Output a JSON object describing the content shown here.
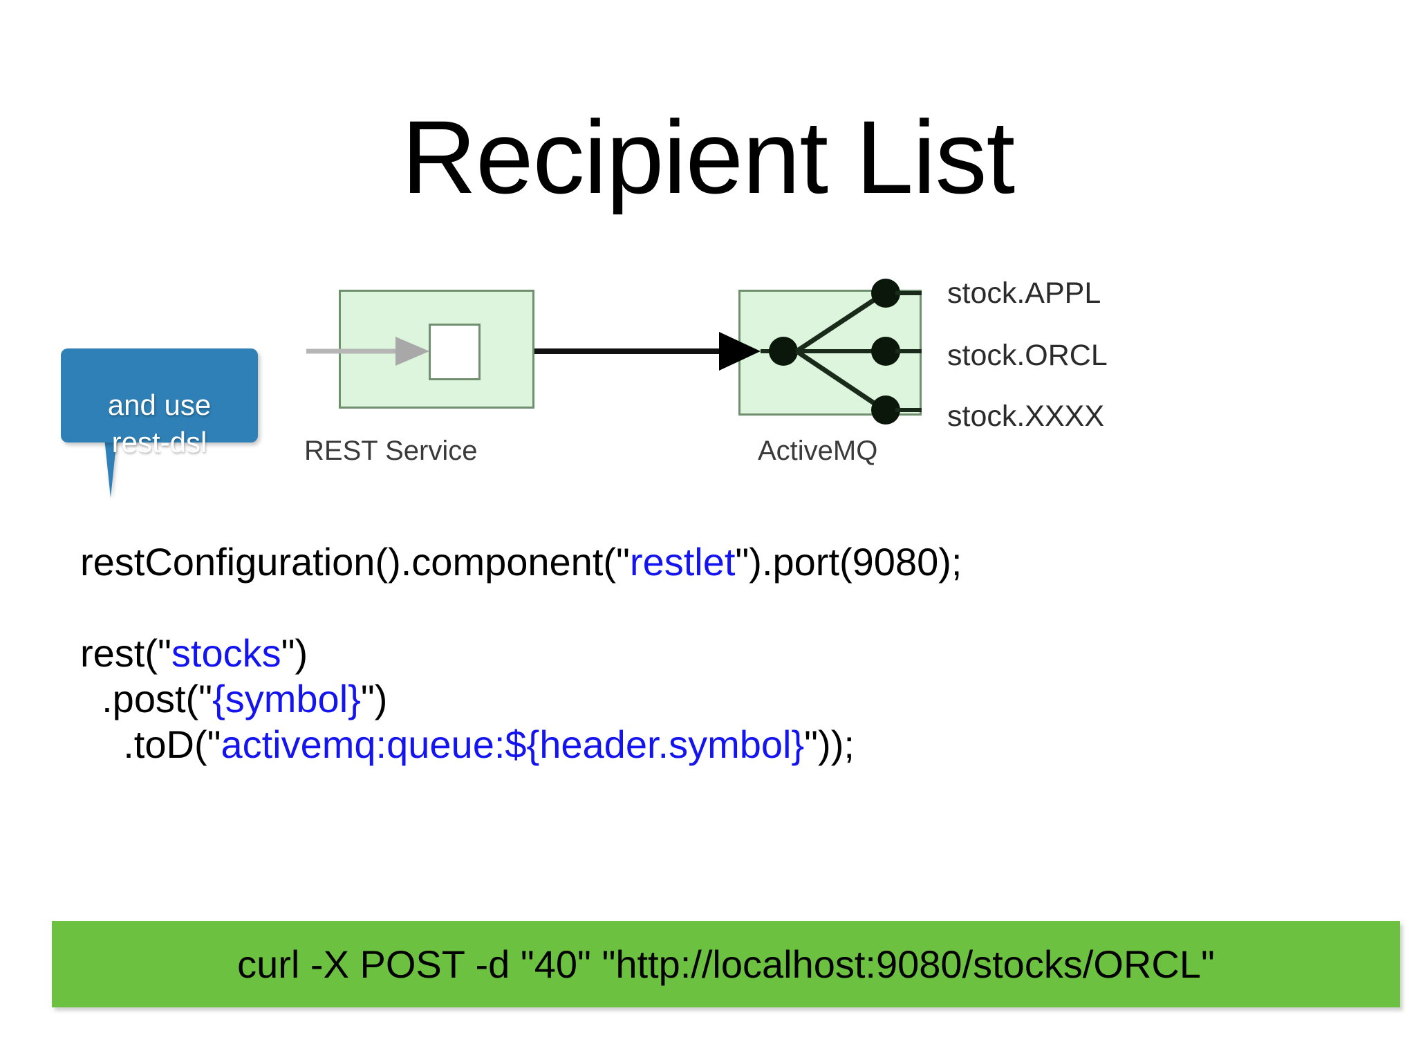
{
  "slide": {
    "title": "Recipient List",
    "background_color": "#ffffff"
  },
  "diagram": {
    "rest_service": {
      "label": "REST Service",
      "fill_color": "#ddf4dd",
      "border_color": "#6f8f6f"
    },
    "activemq": {
      "label": "ActiveMQ",
      "fill_color": "#ddf4dd",
      "border_color": "#6f8f6f"
    },
    "outputs": [
      {
        "label": "stock.APPL"
      },
      {
        "label": "stock.ORCL"
      },
      {
        "label": "stock.XXXX"
      }
    ]
  },
  "callout": {
    "lines": [
      "and use",
      "rest-dsl"
    ],
    "background_color": "#2e80b6",
    "text_color": "#ffffff"
  },
  "code": {
    "string_color": "#1414f0",
    "text_color": "#000000",
    "lines": [
      {
        "indent": "",
        "parts": [
          {
            "text": "restConfiguration().component(\"",
            "kind": "plain"
          },
          {
            "text": "restlet",
            "kind": "string"
          },
          {
            "text": "\").port(9080);",
            "kind": "plain"
          }
        ]
      },
      {
        "indent": "",
        "parts": []
      },
      {
        "indent": "",
        "parts": [
          {
            "text": "rest(\"",
            "kind": "plain"
          },
          {
            "text": "stocks",
            "kind": "string"
          },
          {
            "text": "\")",
            "kind": "plain"
          }
        ]
      },
      {
        "indent": "  ",
        "parts": [
          {
            "text": ".post(\"",
            "kind": "plain"
          },
          {
            "text": "{symbol}",
            "kind": "string"
          },
          {
            "text": "\")",
            "kind": "plain"
          }
        ]
      },
      {
        "indent": "    ",
        "parts": [
          {
            "text": ".toD(\"",
            "kind": "plain"
          },
          {
            "text": "activemq:queue:${header.symbol}",
            "kind": "string"
          },
          {
            "text": "\"));",
            "kind": "plain"
          }
        ]
      }
    ]
  },
  "command_bar": {
    "text": "curl -X POST -d \"40\" \"http://localhost:9080/stocks/ORCL\"",
    "background_color": "#6cc141",
    "text_color": "#000000"
  }
}
